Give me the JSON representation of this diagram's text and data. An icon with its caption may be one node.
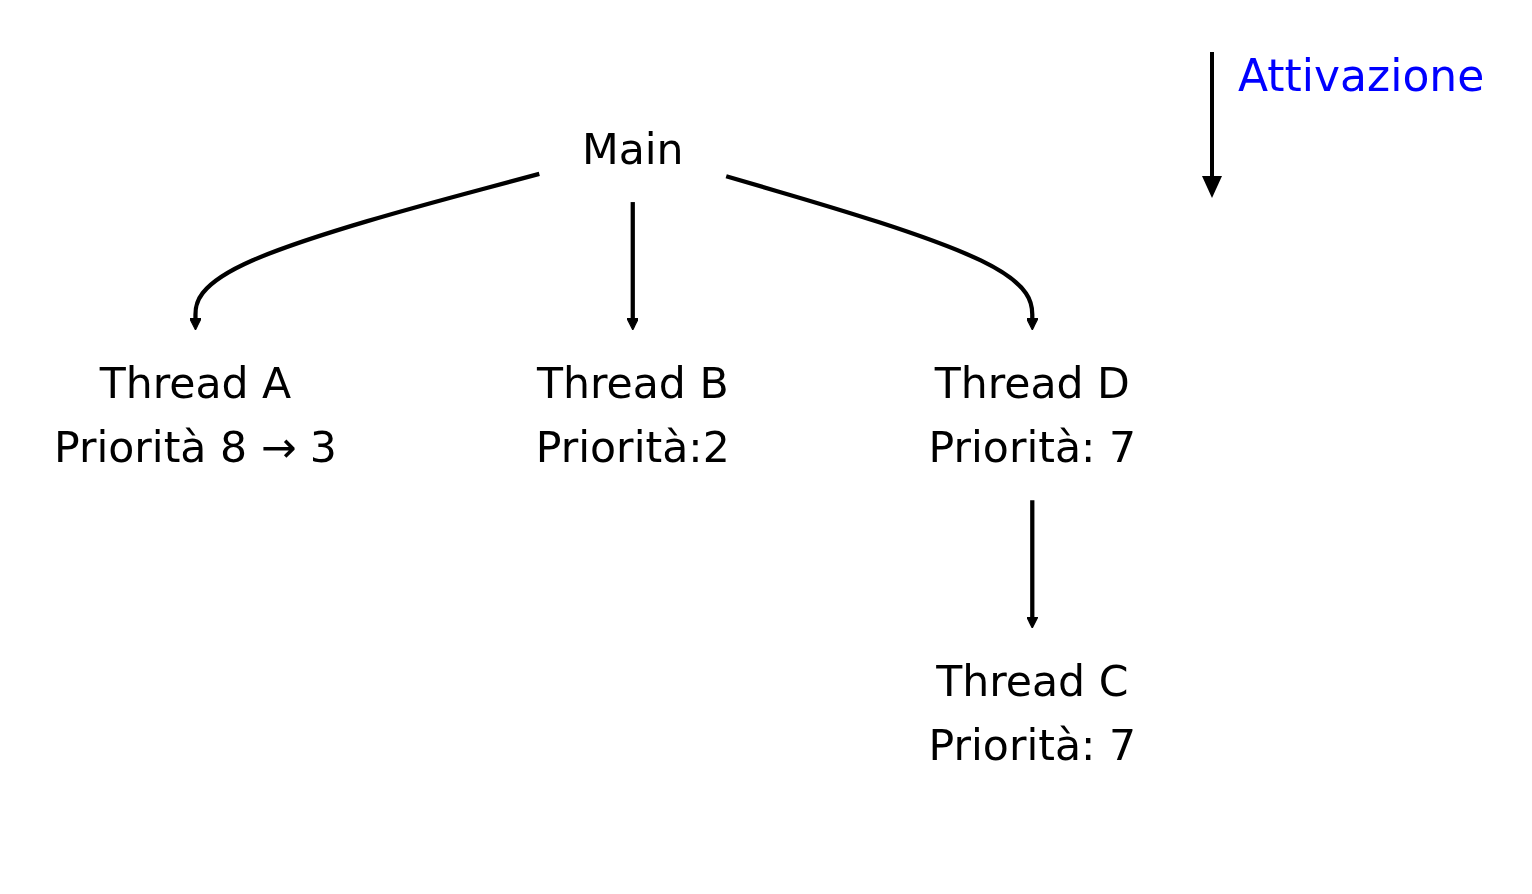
{
  "diagram": {
    "nodes": [
      {
        "text": [
          "Main"
        ]
      },
      {
        "text": [
          "Thread A"
        ],
        "beside": [
          "Priorità 8 → 3"
        ]
      },
      {
        "text": [
          "Thread B"
        ],
        "beside": [
          "Priorità:2"
        ]
      },
      {
        "text": [
          "Thread D"
        ],
        "beside": [
          "Priorità: 7"
        ]
      },
      {
        "text": [
          "Thread C"
        ],
        "beside": [
          "Priorità: 7"
        ]
      }
    ],
    "edges": [
      {
        "from": 0,
        "to": 1,
        "arrow": "to"
      },
      {
        "from": 0,
        "to": 2,
        "arrow": "to"
      },
      {
        "from": 0,
        "to": 3,
        "arrow": "to"
      },
      {
        "from": 3,
        "to": 4,
        "arrow": "to"
      }
    ],
    "legend": [
      {
        "text": "Attivazione"
      }
    ]
  }
}
